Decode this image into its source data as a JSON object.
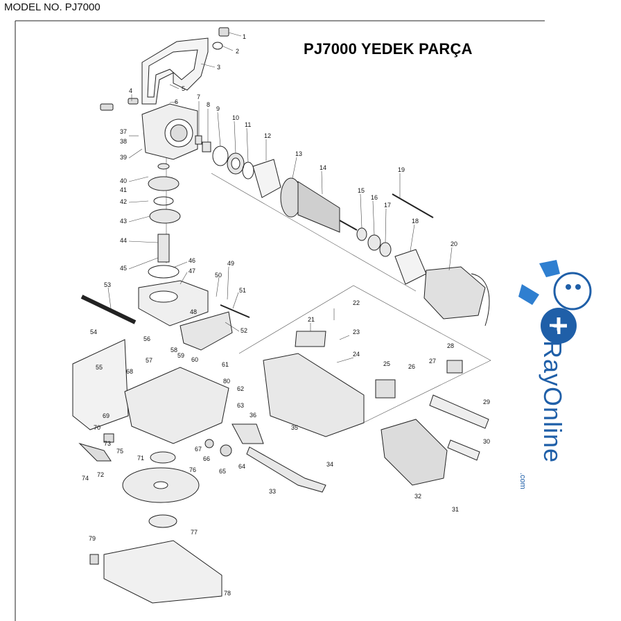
{
  "header": {
    "model_no": "MODEL NO. PJ7000"
  },
  "title": "PJ7000 YEDEK PARÇA",
  "watermark": {
    "brand": "eRayOnline",
    "tld": ".com",
    "color": "#1f5fa8"
  },
  "part_numbers": [
    "1",
    "2",
    "3",
    "4",
    "5",
    "6",
    "7",
    "8",
    "9",
    "10",
    "11",
    "12",
    "13",
    "14",
    "15",
    "16",
    "17",
    "18",
    "19",
    "20",
    "21",
    "22",
    "23",
    "24",
    "25",
    "26",
    "27",
    "28",
    "29",
    "30",
    "31",
    "32",
    "33",
    "34",
    "35",
    "36",
    "37",
    "38",
    "39",
    "40",
    "41",
    "42",
    "43",
    "44",
    "45",
    "46",
    "47",
    "48",
    "49",
    "50",
    "51",
    "52",
    "53",
    "54",
    "55",
    "56",
    "57",
    "58",
    "59",
    "60",
    "61",
    "62",
    "63",
    "64",
    "65",
    "66",
    "67",
    "68",
    "69",
    "70",
    "71",
    "72",
    "73",
    "74",
    "75",
    "76",
    "77",
    "78",
    "79",
    "80"
  ]
}
